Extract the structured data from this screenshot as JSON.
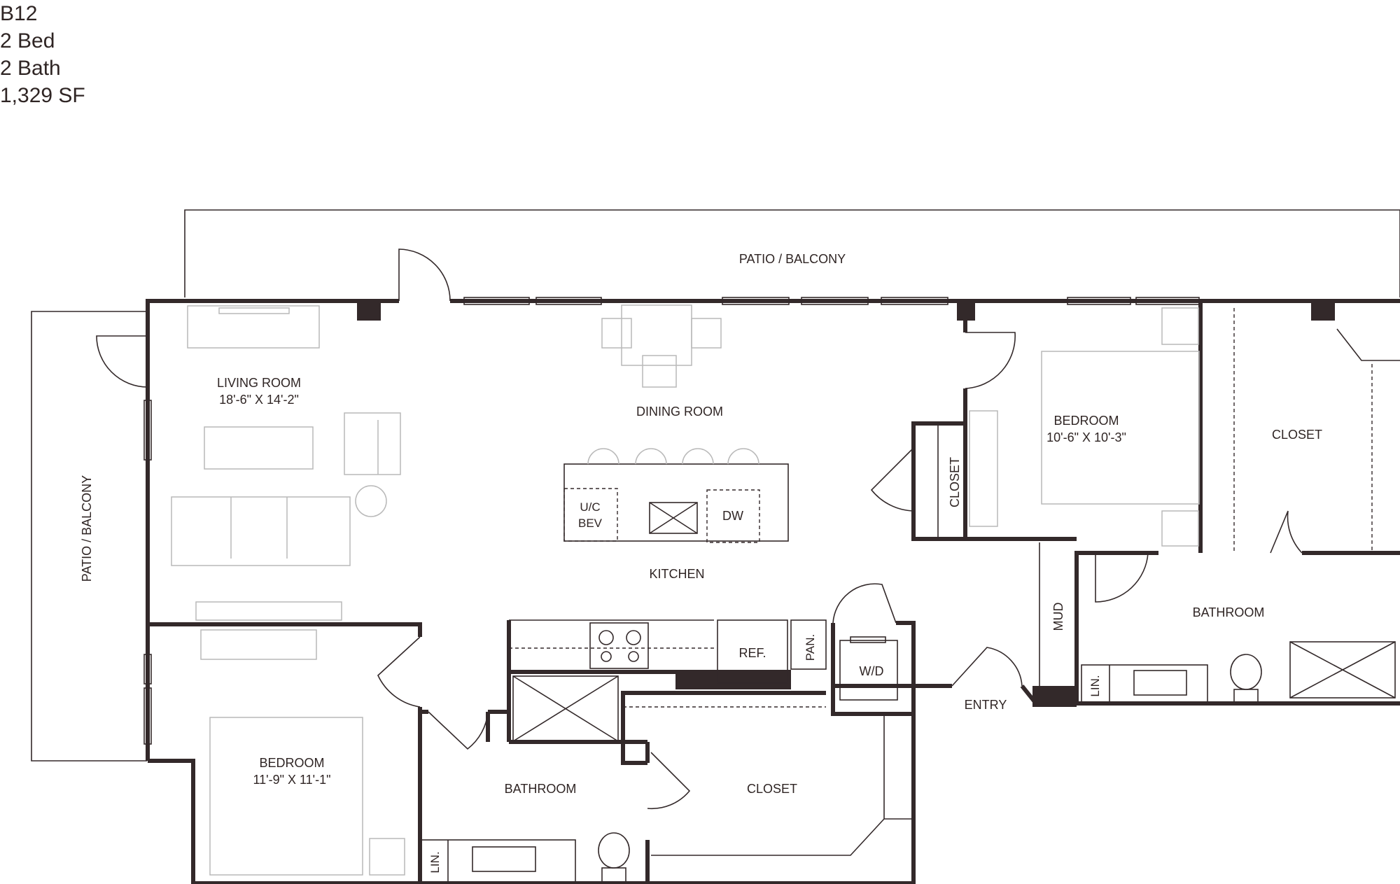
{
  "unit": {
    "name": "B12",
    "beds": "2 Bed",
    "baths": "2 Bath",
    "area": "1,329 SF"
  },
  "labels": {
    "patio_top": "PATIO / BALCONY",
    "patio_left": "PATIO / BALCONY",
    "living_room": "LIVING ROOM",
    "living_room_dims": "18'-6\" X 14'-2\"",
    "dining_room": "DINING ROOM",
    "kitchen": "KITCHEN",
    "uc_bev_1": "U/C",
    "uc_bev_2": "BEV",
    "dw": "DW",
    "ref": "REF.",
    "pan": "PAN.",
    "wd": "W/D",
    "entry": "ENTRY",
    "mud": "MUD",
    "closet_small": "CLOSET",
    "bedroom_right": "BEDROOM",
    "bedroom_right_dims": "10'-6\" X 10'-3\"",
    "closet_right": "CLOSET",
    "bathroom_right": "BATHROOM",
    "lin_right": "LIN.",
    "bedroom_left": "BEDROOM",
    "bedroom_left_dims": "11'-9\" X 11'-1\"",
    "bathroom_left": "BATHROOM",
    "lin_left": "LIN.",
    "closet_bottom": "CLOSET"
  },
  "colors": {
    "wall": "#33292a",
    "text": "#2f2524",
    "furniture": "#b9b9b9"
  }
}
